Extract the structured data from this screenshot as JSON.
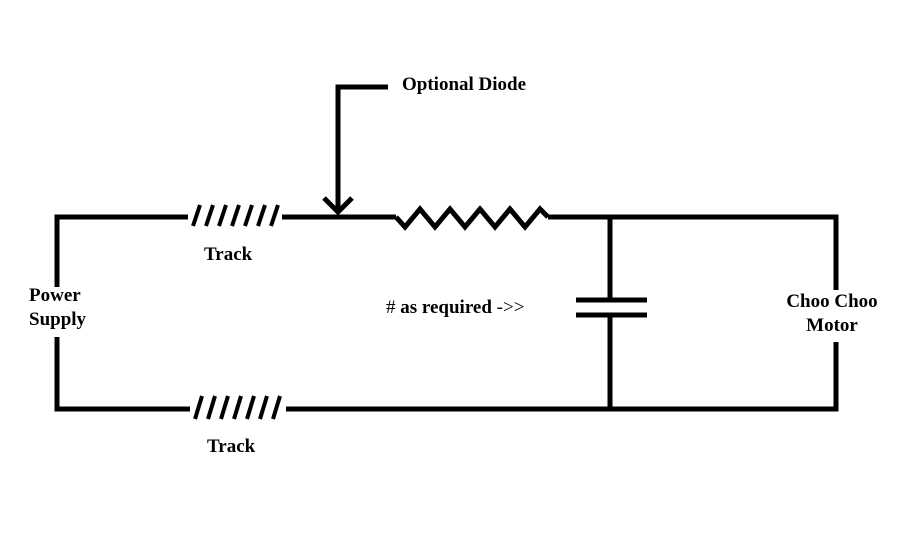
{
  "diagram": {
    "type": "circuit-schematic",
    "labels": {
      "optional_diode": "Optional Diode",
      "track_top": "Track",
      "track_bottom": "Track",
      "power_supply_line1": "Power",
      "power_supply_line2": "Supply",
      "as_required_hash": "#",
      "as_required_text": "as required",
      "as_required_arrow": "->>",
      "motor_line1": "Choo Choo",
      "motor_line2": "Motor"
    },
    "components": [
      {
        "name": "power-supply",
        "kind": "source",
        "label": "Power Supply"
      },
      {
        "name": "track-top",
        "kind": "track",
        "label": "Track"
      },
      {
        "name": "track-bottom",
        "kind": "track",
        "label": "Track"
      },
      {
        "name": "optional-diode",
        "kind": "diode-pointer",
        "label": "Optional Diode"
      },
      {
        "name": "resistor",
        "kind": "resistor"
      },
      {
        "name": "capacitor",
        "kind": "capacitor",
        "label": "# as required"
      },
      {
        "name": "motor",
        "kind": "load",
        "label": "Choo Choo Motor"
      }
    ],
    "colors": {
      "line": "#000000",
      "background": "#ffffff"
    }
  }
}
